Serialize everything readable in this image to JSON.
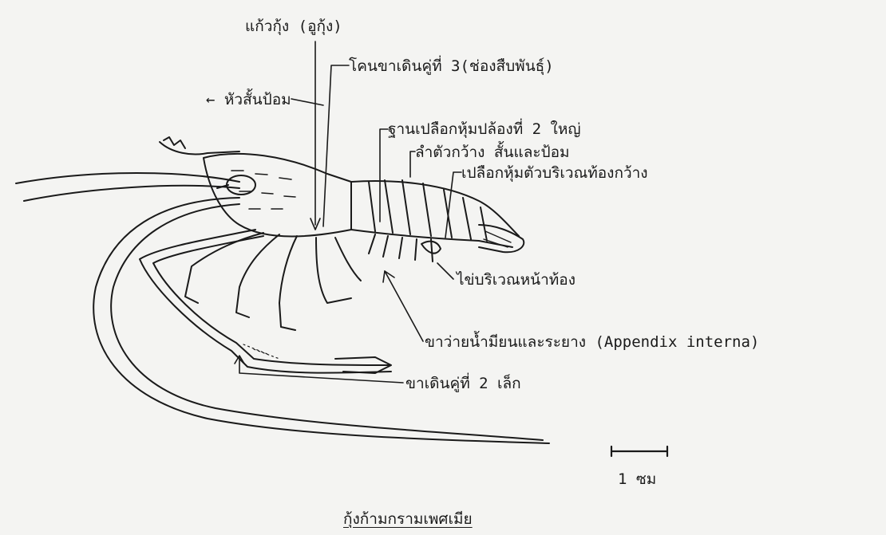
{
  "labels": {
    "eye": "แก้วกุ้ง (อูกุ้ง)",
    "third_walking_leg": "โคนขาเดินคู่ที่ 3(ช่องสืบพันธุ์)",
    "head": "← หัวสั้นป้อม",
    "second_segment_base": "ฐานเปลือกหุ้มปล้องที่ 2 ใหญ่",
    "body": "ลำตัวกว้าง สั้นและป้อม",
    "abdomen_shell": "เปลือกหุ้มตัวบริเวณท้องกว้าง",
    "eggs": "ไข่บริเวณหน้าท้อง",
    "swimmerets": "ขาว่ายน้ำมียนและระยาง (Appendix interna)",
    "second_walking_leg": "ขาเดินคู่ที่ 2 เล็ก",
    "scale": "1 ซม",
    "caption": "กุ้งก้ามกรามเพศเมีย"
  }
}
